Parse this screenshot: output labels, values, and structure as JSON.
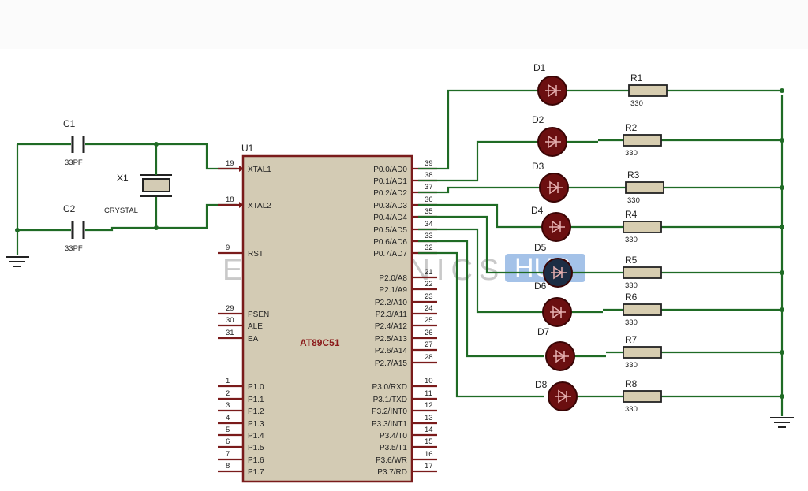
{
  "mcu": {
    "ref": "U1",
    "part": "AT89C51",
    "left_pins": [
      {
        "num": "19",
        "name": "XTAL1"
      },
      {
        "num": "18",
        "name": "XTAL2"
      },
      {
        "num": "9",
        "name": "RST"
      },
      {
        "num": "29",
        "name": "PSEN"
      },
      {
        "num": "30",
        "name": "ALE"
      },
      {
        "num": "31",
        "name": "EA"
      },
      {
        "num": "1",
        "name": "P1.0"
      },
      {
        "num": "2",
        "name": "P1.1"
      },
      {
        "num": "3",
        "name": "P1.2"
      },
      {
        "num": "4",
        "name": "P1.3"
      },
      {
        "num": "5",
        "name": "P1.4"
      },
      {
        "num": "6",
        "name": "P1.5"
      },
      {
        "num": "7",
        "name": "P1.6"
      },
      {
        "num": "8",
        "name": "P1.7"
      }
    ],
    "right_pins": [
      {
        "num": "39",
        "name": "P0.0/AD0"
      },
      {
        "num": "38",
        "name": "P0.1/AD1"
      },
      {
        "num": "37",
        "name": "P0.2/AD2"
      },
      {
        "num": "36",
        "name": "P0.3/AD3"
      },
      {
        "num": "35",
        "name": "P0.4/AD4"
      },
      {
        "num": "34",
        "name": "P0.5/AD5"
      },
      {
        "num": "33",
        "name": "P0.6/AD6"
      },
      {
        "num": "32",
        "name": "P0.7/AD7"
      },
      {
        "num": "21",
        "name": "P2.0/A8"
      },
      {
        "num": "22",
        "name": "P2.1/A9"
      },
      {
        "num": "23",
        "name": "P2.2/A10"
      },
      {
        "num": "24",
        "name": "P2.3/A11"
      },
      {
        "num": "25",
        "name": "P2.4/A12"
      },
      {
        "num": "26",
        "name": "P2.5/A13"
      },
      {
        "num": "27",
        "name": "P2.6/A14"
      },
      {
        "num": "28",
        "name": "P2.7/A15"
      },
      {
        "num": "10",
        "name": "P3.0/RXD"
      },
      {
        "num": "11",
        "name": "P3.1/TXD"
      },
      {
        "num": "12",
        "name": "P3.2/INT0"
      },
      {
        "num": "13",
        "name": "P3.3/INT1"
      },
      {
        "num": "14",
        "name": "P3.4/T0"
      },
      {
        "num": "15",
        "name": "P3.5/T1"
      },
      {
        "num": "16",
        "name": "P3.6/WR"
      },
      {
        "num": "17",
        "name": "P3.7/RD"
      }
    ]
  },
  "capacitors": [
    {
      "ref": "C1",
      "value": "33PF"
    },
    {
      "ref": "C2",
      "value": "33PF"
    }
  ],
  "crystal": {
    "ref": "X1",
    "value": "CRYSTAL"
  },
  "leds": [
    "D1",
    "D2",
    "D3",
    "D4",
    "D5",
    "D6",
    "D7",
    "D8"
  ],
  "resistors": [
    {
      "ref": "R1",
      "value": "330"
    },
    {
      "ref": "R2",
      "value": "330"
    },
    {
      "ref": "R3",
      "value": "330"
    },
    {
      "ref": "R4",
      "value": "330"
    },
    {
      "ref": "R5",
      "value": "330"
    },
    {
      "ref": "R6",
      "value": "330"
    },
    {
      "ref": "R7",
      "value": "330"
    },
    {
      "ref": "R8",
      "value": "330"
    }
  ],
  "watermark": {
    "left": "ELECTRONICS",
    "right": "HUB"
  },
  "colors": {
    "wire": "#1f6b25",
    "pin": "#7a1b1b",
    "chip_fill": "#d3cbb4",
    "led_fill": "#6b0f10",
    "led_highlight": "#1c2d44",
    "resistor_fill": "#d7cdb0",
    "watermark_badge": "#86aee0"
  }
}
